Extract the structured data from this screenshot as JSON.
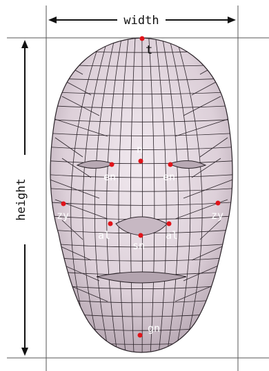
{
  "dimensions": {
    "width_label": "width",
    "height_label": "height"
  },
  "landmarks": [
    {
      "id": "t",
      "label": "t"
    },
    {
      "id": "n",
      "label": "n"
    },
    {
      "id": "en_left",
      "label": "en"
    },
    {
      "id": "en_right",
      "label": "en"
    },
    {
      "id": "zy_left",
      "label": "zy"
    },
    {
      "id": "zy_right",
      "label": "zy"
    },
    {
      "id": "al_left",
      "label": "al"
    },
    {
      "id": "al_right",
      "label": "al"
    },
    {
      "id": "sn",
      "label": "sn"
    },
    {
      "id": "gn",
      "label": "gn"
    }
  ],
  "colors": {
    "face_fill": "#e9dfe7",
    "face_shade": "#cdbfca",
    "mesh_line": "#2a2228",
    "frame_line": "#555555",
    "marker": "#e0141a"
  }
}
